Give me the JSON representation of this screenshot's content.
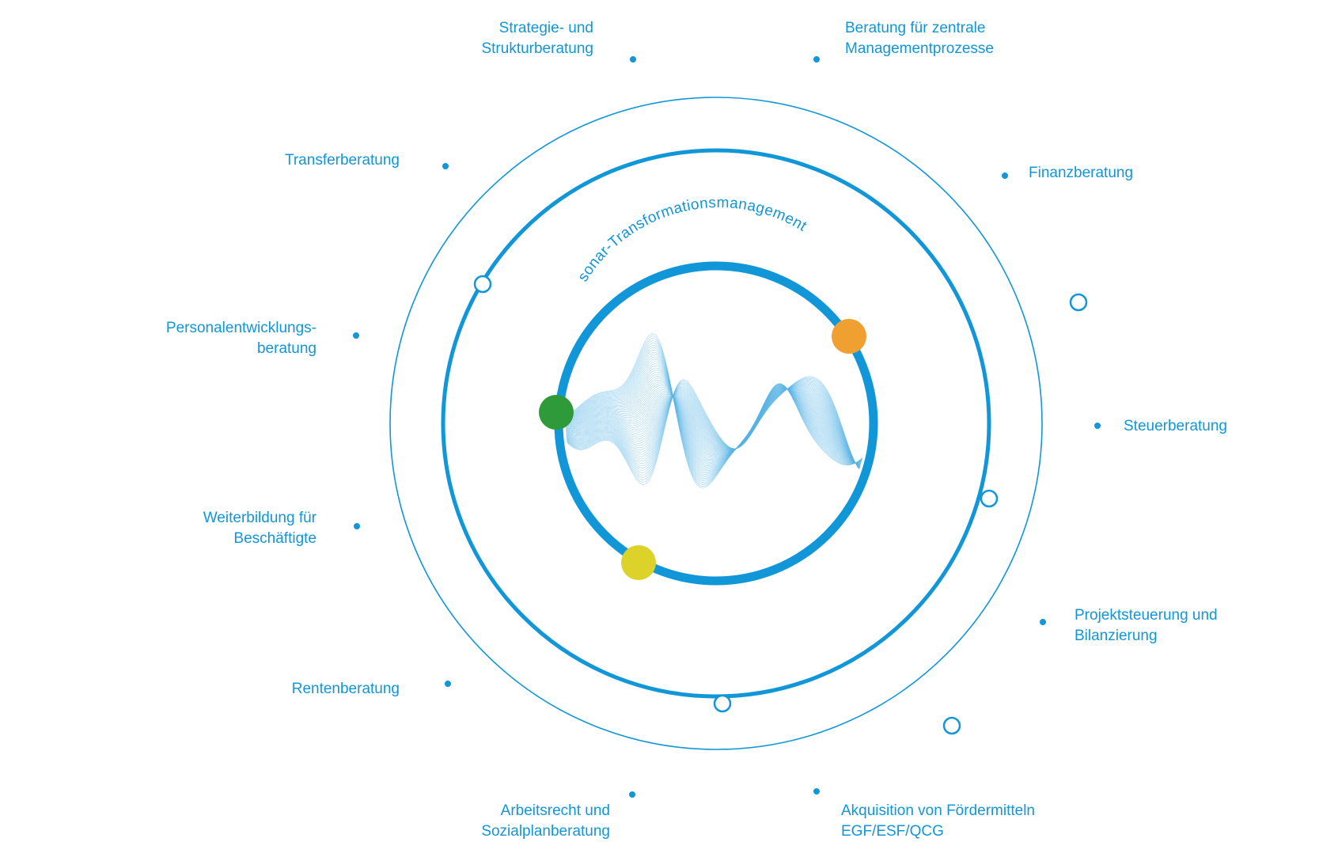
{
  "diagram": {
    "center_title": "sonar-Transformationsmanagement",
    "colors": {
      "accent": "#1196d8",
      "wave": "#5ab4e6",
      "marker_orange": "#f0a030",
      "marker_green": "#2f9a3a",
      "marker_yellow": "#dcd22a",
      "background": "#ffffff"
    },
    "services": [
      {
        "id": "strategie",
        "line1": "Strategie- und",
        "line2": "Strukturberatung"
      },
      {
        "id": "management",
        "line1": "Beratung für zentrale",
        "line2": "Managementprozesse"
      },
      {
        "id": "transfer",
        "line1": "Transferberatung",
        "line2": ""
      },
      {
        "id": "finanz",
        "line1": "Finanzberatung",
        "line2": ""
      },
      {
        "id": "personal",
        "line1": "Personalentwicklungs-",
        "line2": "beratung"
      },
      {
        "id": "steuer",
        "line1": "Steuerberatung",
        "line2": ""
      },
      {
        "id": "weiterbildung",
        "line1": "Weiterbildung für",
        "line2": "Beschäftigte"
      },
      {
        "id": "projekt",
        "line1": "Projektsteuerung und",
        "line2": "Bilanzierung"
      },
      {
        "id": "renten",
        "line1": "Rentenberatung",
        "line2": ""
      },
      {
        "id": "arbeitsrecht",
        "line1": "Arbeitsrecht und",
        "line2": "Sozialplanberatung"
      },
      {
        "id": "akquisition",
        "line1": "Akquisition von Fördermitteln",
        "line2": "EGF/ESF/QCG"
      }
    ]
  }
}
